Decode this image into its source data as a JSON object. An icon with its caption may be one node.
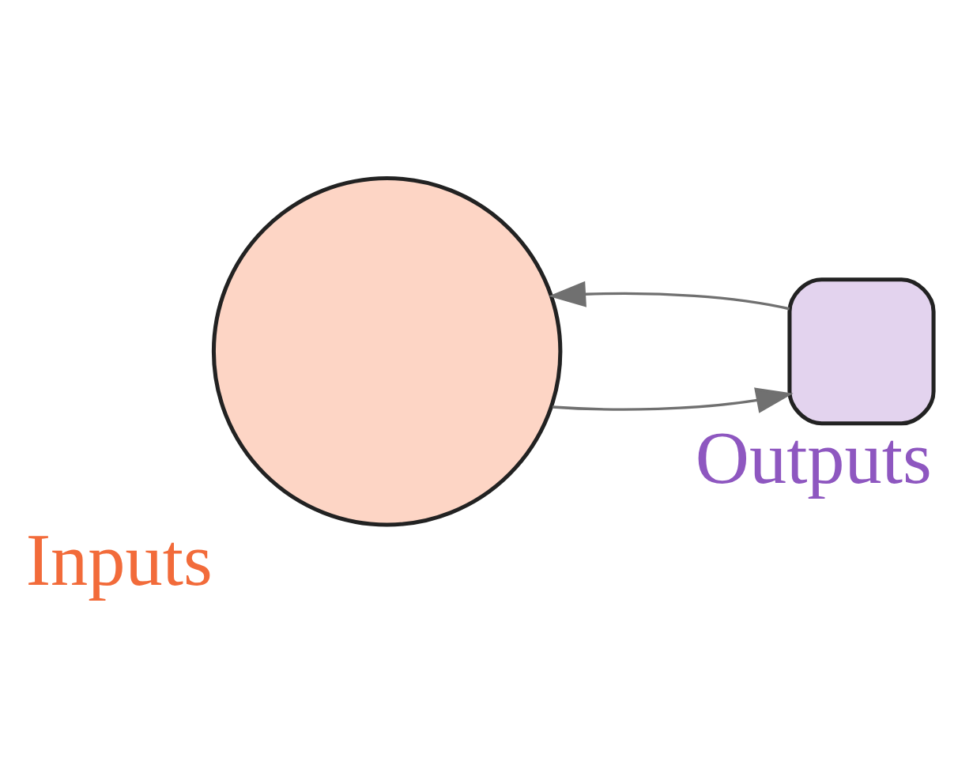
{
  "diagram": {
    "nodes": [
      {
        "text": [
          "Inputs"
        ]
      },
      {
        "text": [
          "Outputs"
        ]
      }
    ],
    "edges": [
      {
        "from": 0,
        "to": 1,
        "arrow": "to"
      },
      {
        "from": 1,
        "to": 0,
        "arrow": "to"
      }
    ]
  }
}
